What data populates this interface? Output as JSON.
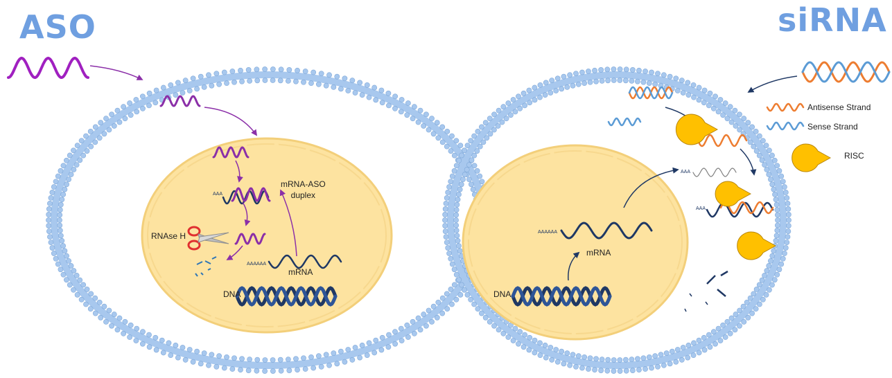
{
  "colors": {
    "aso": "#a020c0",
    "aso_title": "#6f9fe0",
    "membrane": "#a8c8ee",
    "membrane_dark": "#7fa8d8",
    "nucleus": "#fde3a0",
    "nucleus_edge": "#f3cf7a",
    "dna": "#1f3864",
    "antisense": "#ed7d31",
    "sense": "#5b9bd5",
    "risc": "#ffc000",
    "arrow": "#1f3864"
  },
  "icons": {
    "scissors": "scissors-icon",
    "risc": "risc-pacman-icon",
    "aso_strand": "aso-strand-icon"
  },
  "aso": {
    "title": "ASO",
    "duplex_label": "mRNA-ASO\nduplex",
    "rnase_label": "RNAse H",
    "poly_a_short": "AAA",
    "poly_a_long": "AAAAAA",
    "mrna_label": "mRNA",
    "dna_label": "DNA"
  },
  "sirna": {
    "title": "siRNA",
    "legend": {
      "antisense": "Antisense Strand",
      "sense": "Sense Strand",
      "risc": "RISC"
    },
    "poly_a_short_1": "AAA",
    "poly_a_short_2": "AAA",
    "poly_a_long": "AAAAAA",
    "mrna_label": "mRNA",
    "dna_label": "DNA"
  }
}
